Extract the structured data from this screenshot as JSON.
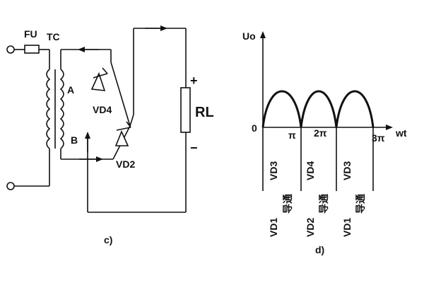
{
  "circuit": {
    "fuse": "FU",
    "transformer": "TC",
    "node_a": "A",
    "node_b": "B",
    "thyristor_top": "VD4",
    "thyristor_bottom": "VD2",
    "load": "RL",
    "plus": "+",
    "minus": "−",
    "caption": "c)"
  },
  "waveform": {
    "y_label": "Uo",
    "x_label": "wt",
    "origin": "0",
    "ticks": [
      "π",
      "2π",
      "3π"
    ],
    "conduction": [
      {
        "upper": "VD3",
        "lower": "VD1",
        "note": "导通"
      },
      {
        "upper": "VD4",
        "lower": "VD2",
        "note": "导通"
      },
      {
        "upper": "VD3",
        "lower": "VD1",
        "note": "导通"
      }
    ],
    "caption": "d)"
  }
}
